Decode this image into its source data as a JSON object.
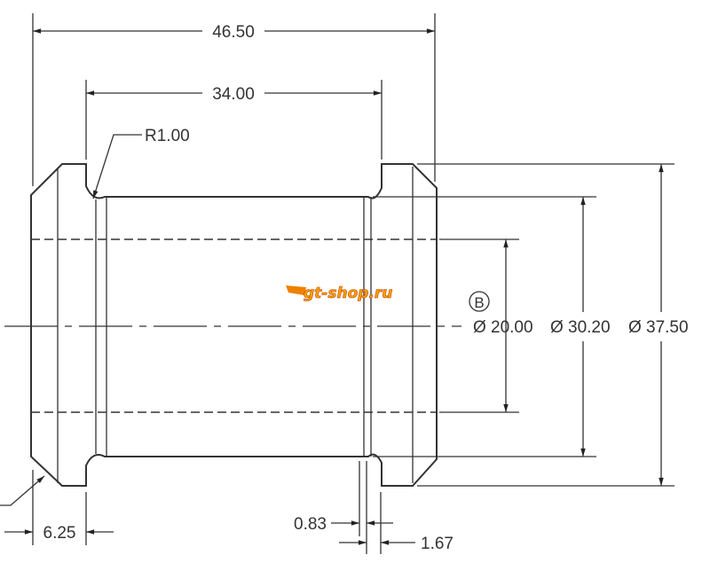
{
  "drawing": {
    "dimensions": {
      "overall_length": "46.50",
      "between_flanges": "34.00",
      "fillet_radius": "R1.00",
      "flange_width": "6.25",
      "groove_offset": "0.83",
      "groove_width": "1.67",
      "inner_diameter": "20.00",
      "body_diameter": "30.20",
      "flange_diameter": "37.50"
    },
    "diameter_symbol": "Ø",
    "datum_label": "B",
    "watermark": "gt-shop.ru"
  }
}
